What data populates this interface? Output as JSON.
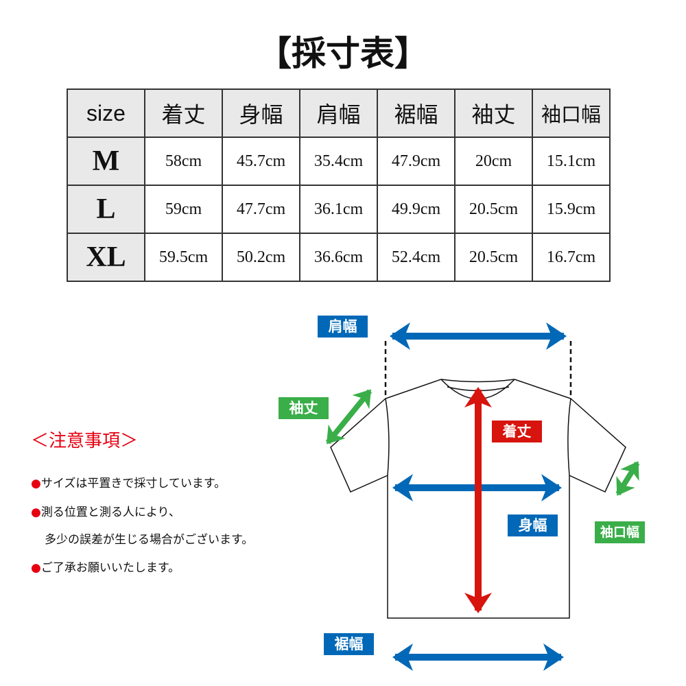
{
  "title": "【採寸表】",
  "table": {
    "headers": [
      "size",
      "着丈",
      "身幅",
      "肩幅",
      "裾幅",
      "袖丈",
      "袖口幅"
    ],
    "rows": [
      [
        "M",
        "58cm",
        "45.7cm",
        "35.4cm",
        "47.9cm",
        "20cm",
        "15.1cm"
      ],
      [
        "L",
        "59cm",
        "47.7cm",
        "36.1cm",
        "49.9cm",
        "20.5cm",
        "15.9cm"
      ],
      [
        "XL",
        "59.5cm",
        "50.2cm",
        "36.6cm",
        "52.4cm",
        "20.5cm",
        "16.7cm"
      ]
    ]
  },
  "diagram": {
    "shoulder": "肩幅",
    "sleeve": "袖丈",
    "length": "着丈",
    "body": "身幅",
    "cuff": "袖口幅",
    "hem": "裾幅"
  },
  "notes": {
    "title": "＜注意事項＞",
    "bullet": "●",
    "lines": [
      "サイズは平置きで採寸しています。",
      "測る位置と測る人により、",
      "多少の誤差が生じる場合がございます。",
      "ご了承お願いいたします。"
    ]
  },
  "colors": {
    "blue": "#0068b7",
    "green": "#3aae49",
    "red": "#d7140d"
  }
}
